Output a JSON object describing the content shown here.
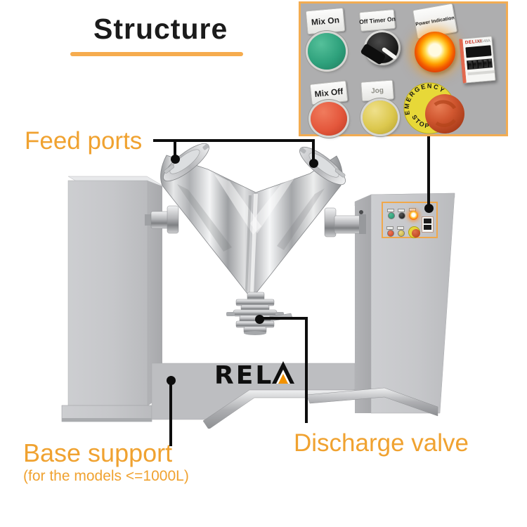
{
  "title": {
    "text": "Structure"
  },
  "labels": {
    "feed_ports": "Feed ports",
    "discharge_valve": "Discharge valve",
    "base_support": "Base support",
    "base_support_note": "(for the models <=1000L)"
  },
  "inset": {
    "buttons": {
      "mix_on": "Mix On",
      "off_timer_on": "Off Timer On",
      "power_indication": "Power Indication",
      "mix_off": "Mix Off",
      "jog": "Jog",
      "emergency_top": "EMERGENCY",
      "emergency_bottom": "STOP"
    },
    "timer": {
      "brand": "DELIXI",
      "model": "JSS48A"
    }
  },
  "logo": {
    "text": "RELA",
    "text_rel": "REL"
  },
  "colors": {
    "label_orange": "#F0A230",
    "underline_orange": "#F6AC4E",
    "inset_border_orange": "#F2AC52",
    "callout_black": "#0D0D0D",
    "button_green": "#2EA17C",
    "button_red": "#E4573C",
    "button_yellow": "#DCC84E",
    "lamp_orange": "#FF9E00",
    "estop_red": "#CF4F2B",
    "estop_yellow": "#E7D838"
  }
}
